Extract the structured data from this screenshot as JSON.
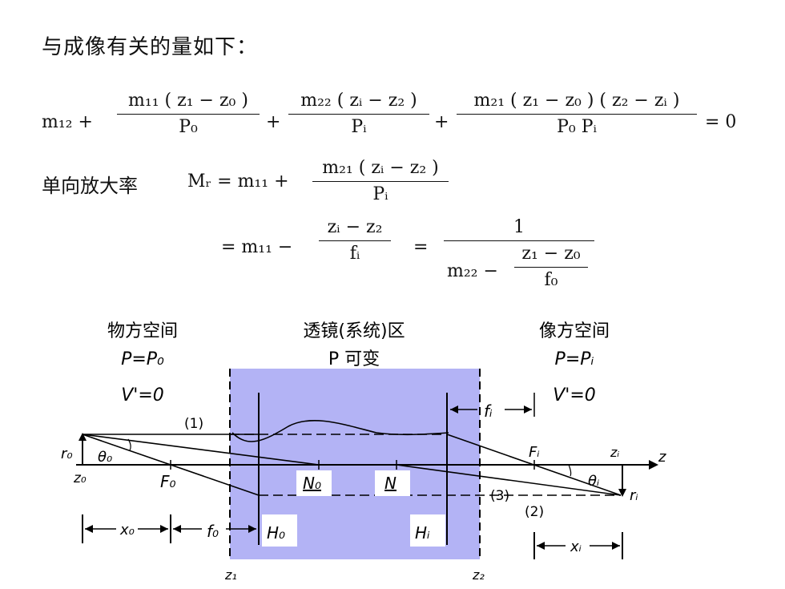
{
  "intro": "与成像有关的量如下：",
  "equation1": {
    "term1": "m₁₂ +",
    "frac1_num": "m₁₁ ( z₁ − z₀ )",
    "frac1_den": "P₀",
    "plus1": "+",
    "frac2_num": "m₂₂ ( zᵢ − z₂ )",
    "frac2_den": "Pᵢ",
    "plus2": "+",
    "frac3_num": "m₂₁ ( z₁ − z₀ ) ( z₂ − zᵢ )",
    "frac3_den": "P₀ Pᵢ",
    "rhs": "= 0"
  },
  "equation2": {
    "label": "单向放大率",
    "lhs": "Mᵣ = m₁₁ +",
    "frac_num": "m₂₁ ( zᵢ − z₂ )",
    "frac_den": "Pᵢ"
  },
  "equation3": {
    "lhs": "= m₁₁ −",
    "frac_num": "zᵢ − z₂",
    "frac_den": "fᵢ",
    "eq": "=",
    "big_num": "1",
    "big_den_lhs": "m₂₂ −",
    "big_den_frac_num": "z₁ − z₀",
    "big_den_frac_den": "f₀"
  },
  "diagram": {
    "object_space": {
      "title": "物方空间",
      "p": "P=P₀",
      "v": "V'=0"
    },
    "lens_region": {
      "title": "透镜(系统)区",
      "p": "P 可变"
    },
    "image_space": {
      "title": "像方空间",
      "p": "P=Pᵢ",
      "v": "V'=0"
    },
    "labels": {
      "ray1": "(1)",
      "ray2": "(2)",
      "ray3": "(3)",
      "r0": "r₀",
      "theta0": "θ₀",
      "z0": "z₀",
      "F0": "F₀",
      "N0": "N₀",
      "N": "N",
      "Fi": "Fᵢ",
      "zi": "zᵢ",
      "z": "z",
      "thetai": "θᵢ",
      "ri": "rᵢ",
      "fi": "fᵢ",
      "x0": "x₀",
      "f0": "f₀",
      "H0": "H₀",
      "Hi": "Hᵢ",
      "xi": "xᵢ",
      "z1": "z₁",
      "z2": "z₂"
    },
    "colors": {
      "lens_fill": "#b3b3f5",
      "line": "#000000"
    }
  }
}
